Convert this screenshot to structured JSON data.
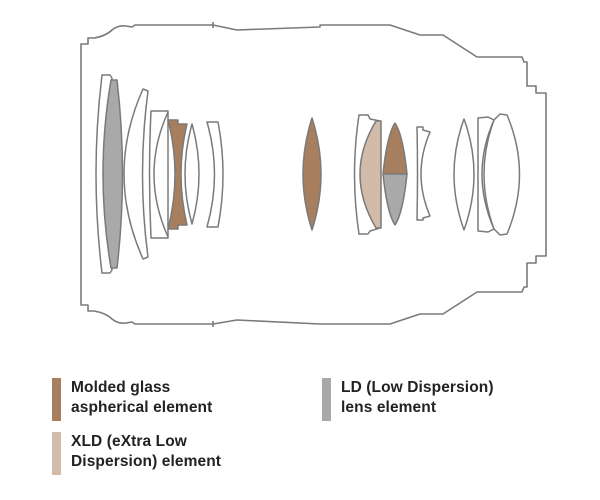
{
  "colors": {
    "molded_aspherical": "#a77f5e",
    "xld": "#d2bba9",
    "ld": "#a9a9a9",
    "outline": "#7a7a7a"
  },
  "legend": [
    {
      "key": "molded_aspherical",
      "lines": [
        "Molded glass",
        "aspherical element"
      ]
    },
    {
      "key": "xld",
      "lines": [
        "XLD (eXtra Low",
        "Dispersion) element"
      ]
    },
    {
      "key": "ld",
      "lines": [
        "LD (Low Dispersion)",
        "lens element"
      ]
    }
  ]
}
